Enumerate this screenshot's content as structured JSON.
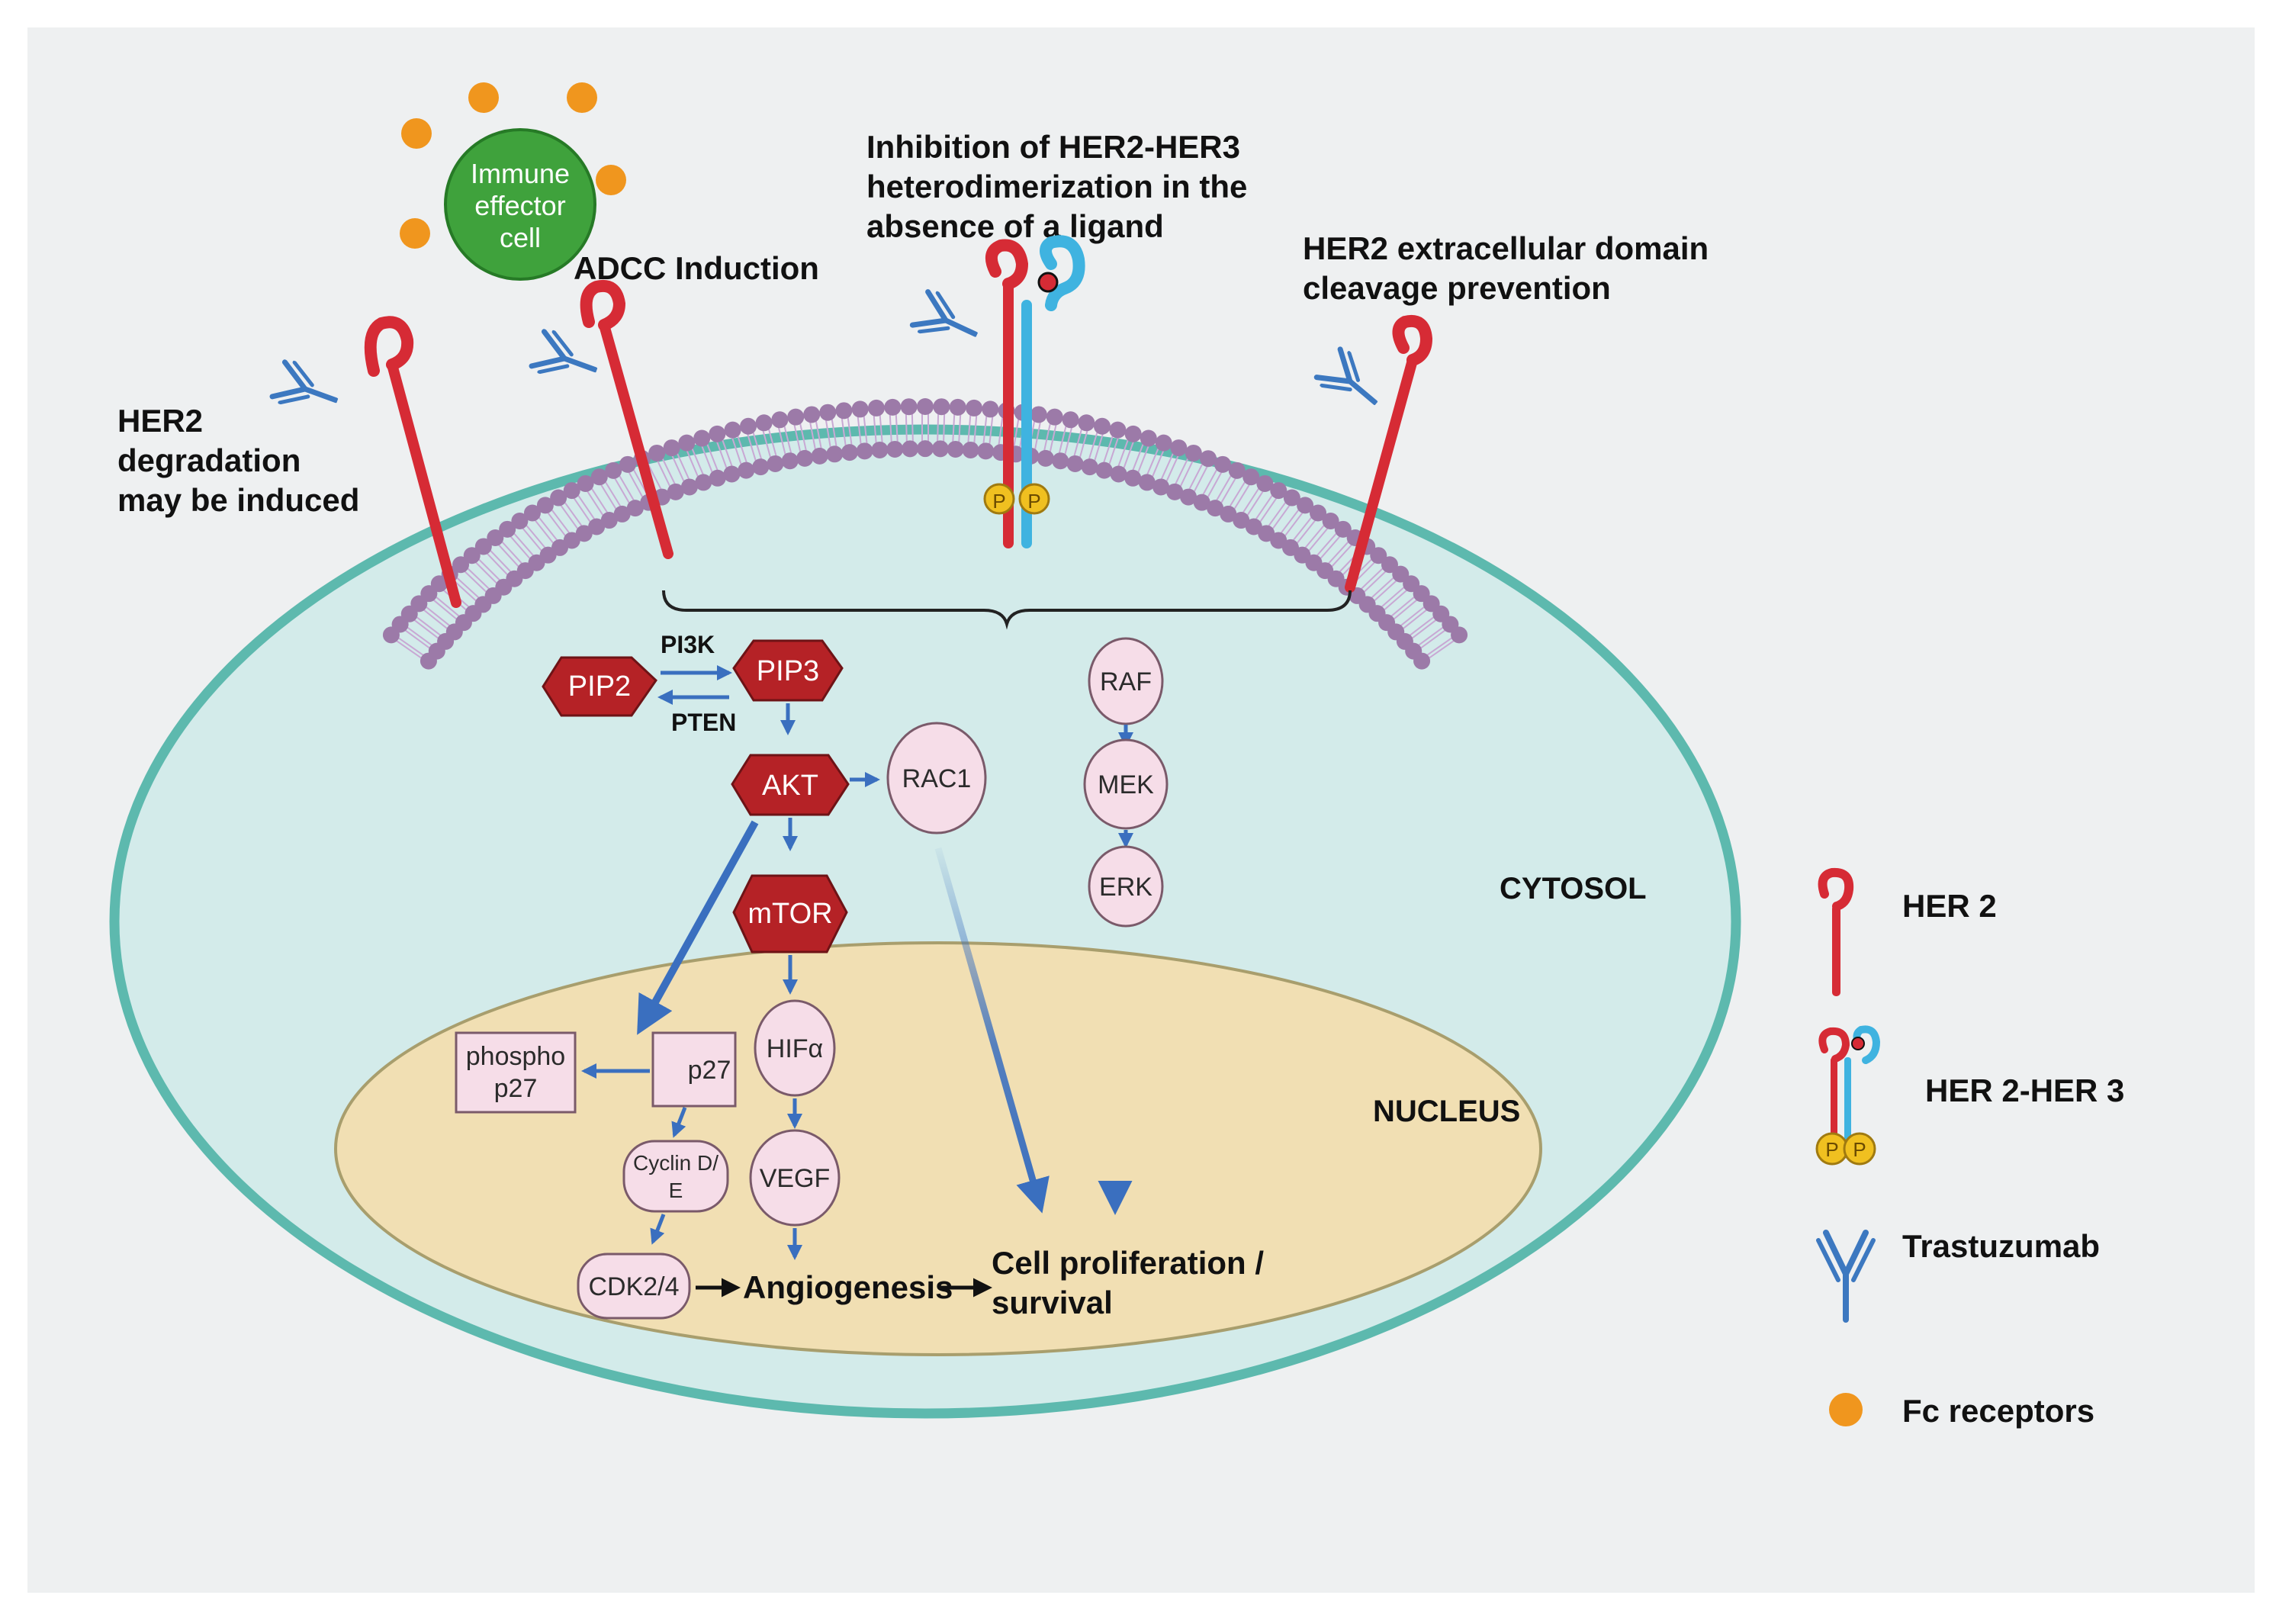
{
  "annotations": {
    "immune_cell": [
      "Immune",
      "effector",
      "cell"
    ],
    "adcc": "ADCC Induction",
    "inhibition": [
      "Inhibition of HER2-HER3",
      "heterodimerization in the",
      "absence of a ligand"
    ],
    "cleavage": [
      "HER2 extracellular domain",
      "cleavage prevention"
    ],
    "degradation": [
      "HER2",
      "degradation",
      "may be induced"
    ]
  },
  "compartments": {
    "cytosol": "CYTOSOL",
    "nucleus": "NUCLEUS"
  },
  "phospho_marker": "P",
  "pathway": {
    "pip2": "PIP2",
    "pip3": "PIP3",
    "pi3k": "PI3K",
    "pten": "PTEN",
    "akt": "AKT",
    "mtor": "mTOR",
    "rac1": "RAC1",
    "raf": "RAF",
    "mek": "MEK",
    "erk": "ERK",
    "hif": "HIFα",
    "vegf": "VEGF",
    "p27": "p27",
    "phospho_p27": [
      "phospho",
      "p27"
    ],
    "cyclin": [
      "Cyclin D/",
      "E"
    ],
    "cdk": "CDK2/4",
    "angiogenesis": "Angiogenesis",
    "proliferation": [
      "Cell proliferation /",
      "survival"
    ]
  },
  "legend": {
    "her2": "HER 2",
    "her2_her3": "HER 2-HER 3",
    "trastuzumab": "Trastuzumab",
    "fc_receptors": "Fc receptors"
  },
  "colors": {
    "her2_red": "#d62b35",
    "her3_blue": "#3fb3e0",
    "antibody_blue": "#3c78c0",
    "arrow_blue": "#3a6fbf",
    "cytosol_fill": "#d3ebea",
    "cell_border": "#5db9ae",
    "nucleus_fill": "#f1dfb3",
    "nucleus_border": "#a89e6d",
    "dark_red_node": "#b52226",
    "pink_node": "#f6dde8",
    "fc_orange": "#f0961e",
    "immune_green": "#3fa23c",
    "lipid_purple": "#9c7aa8",
    "phospho_yellow": "#f0c020"
  }
}
